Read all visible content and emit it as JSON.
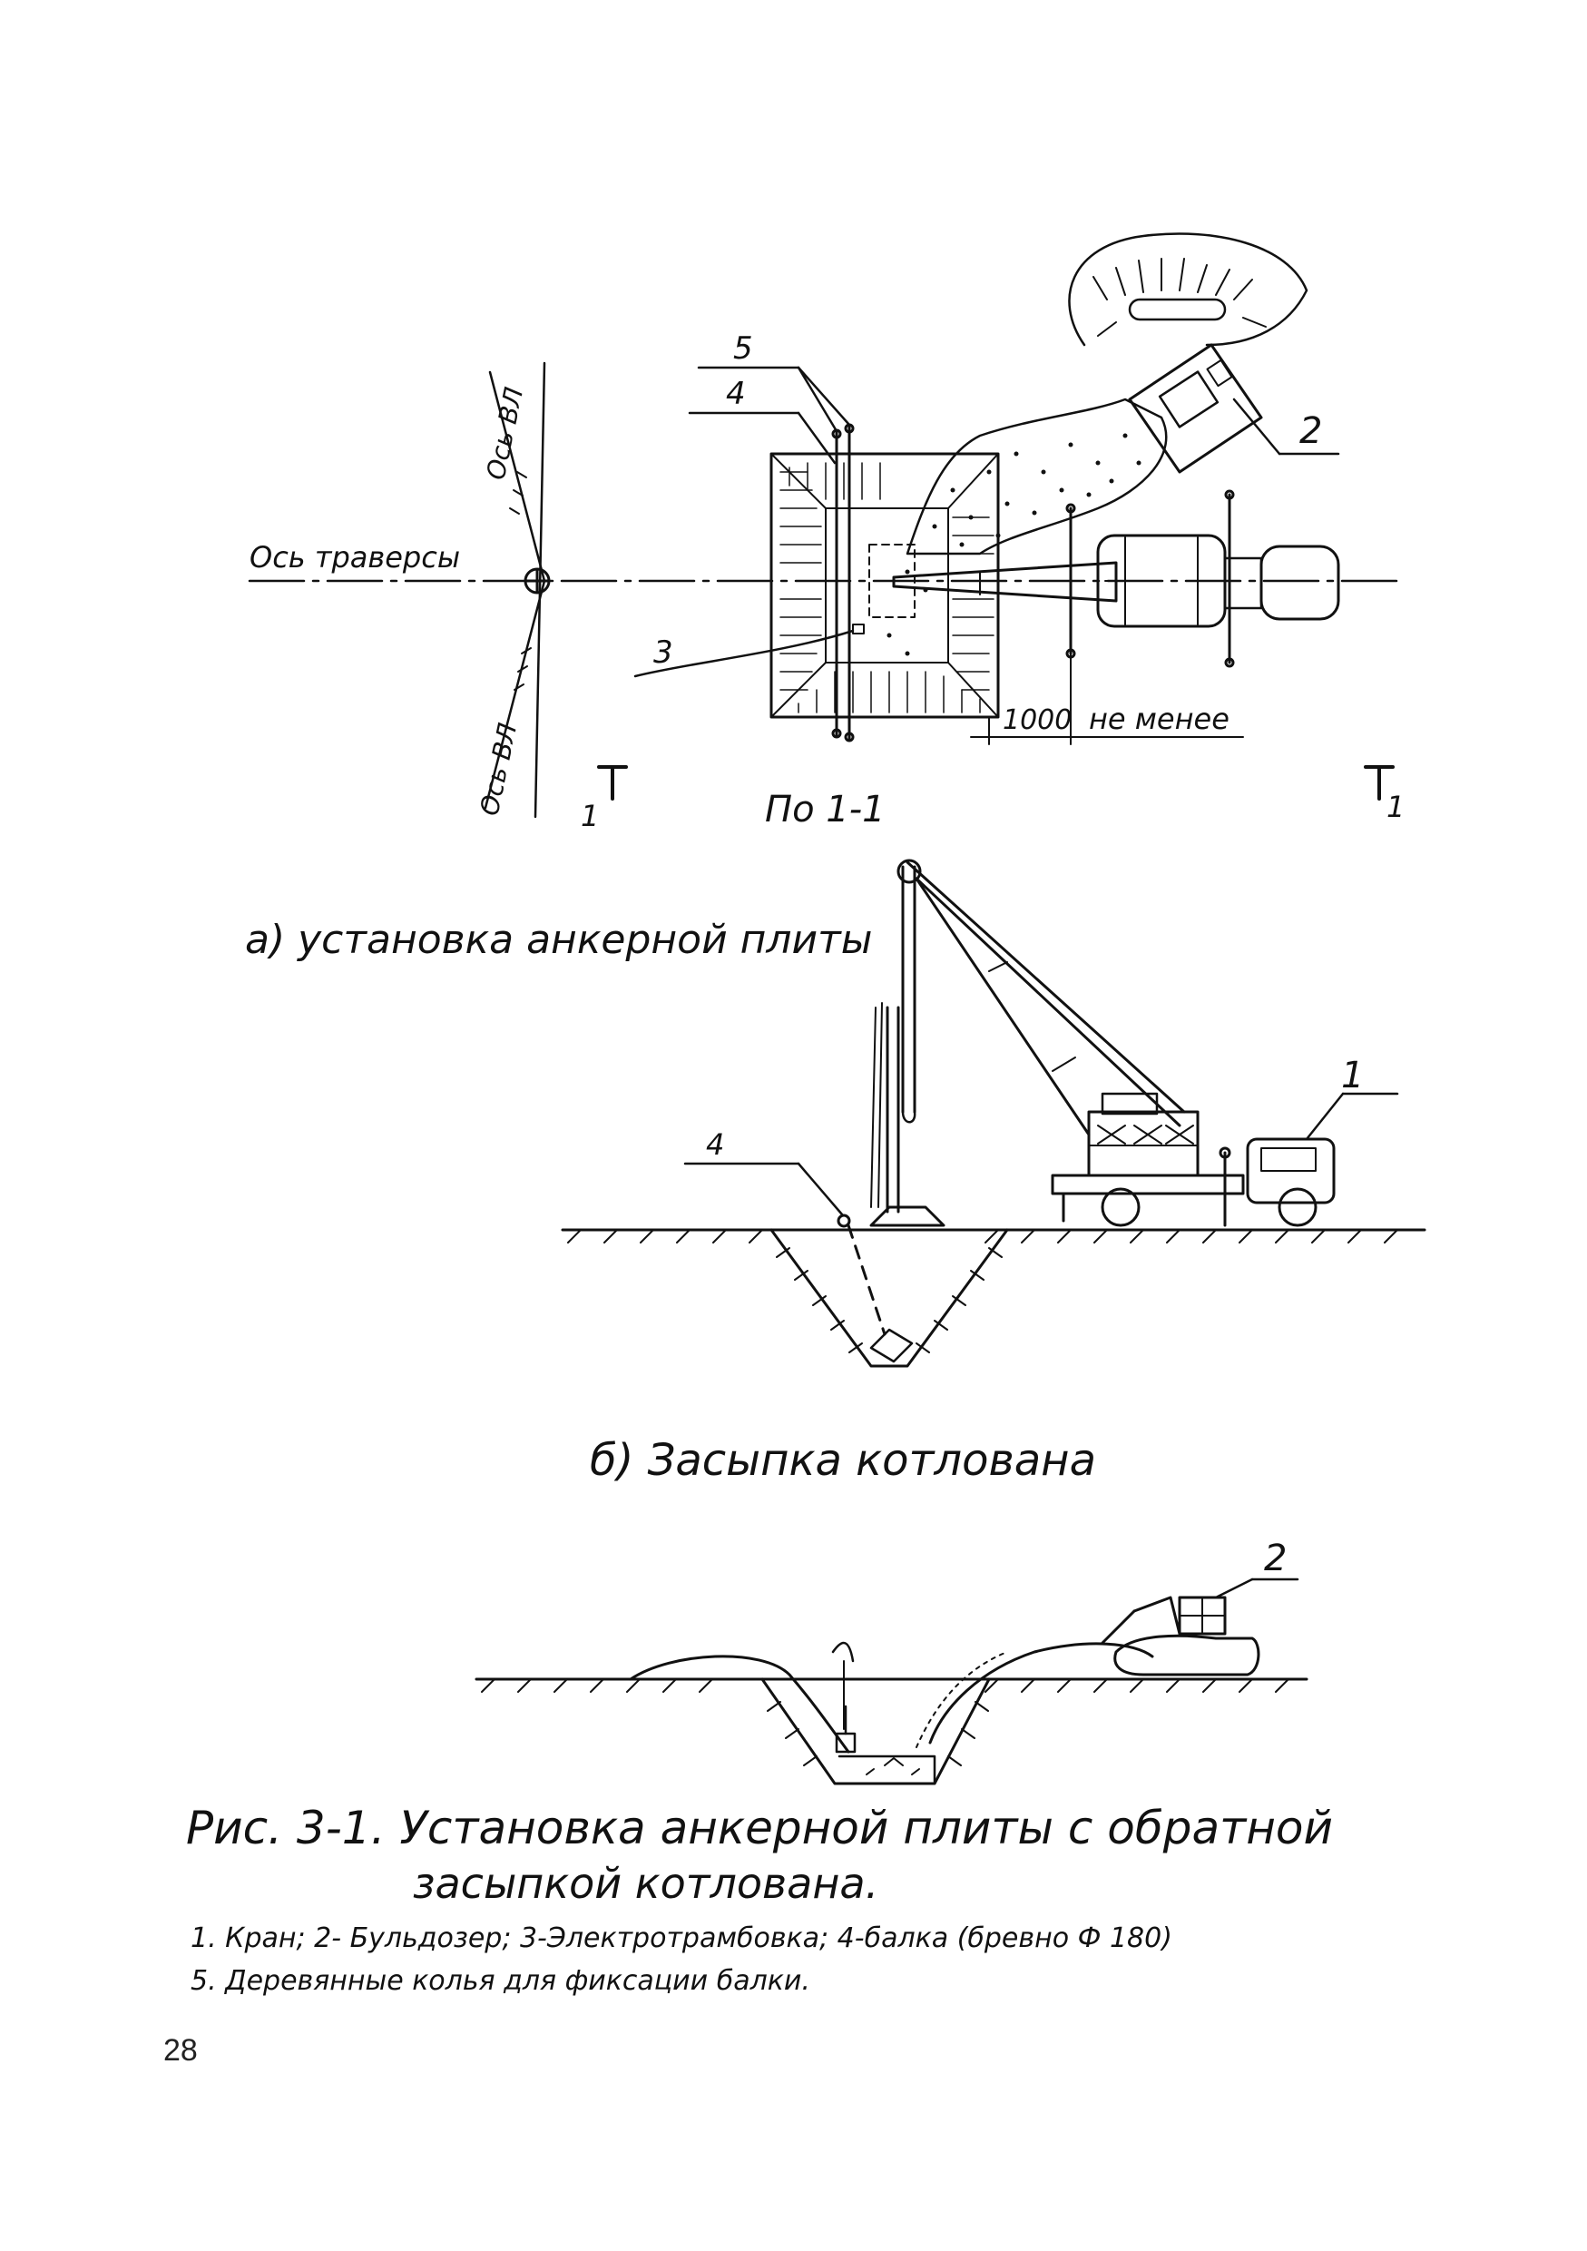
{
  "plan": {
    "axis_traverse": "Ось траверсы",
    "axis_vl_top": "Ось ВЛ",
    "axis_vl_bottom": "Ось ВЛ",
    "dimension": "1000",
    "dimension_note": "не менее",
    "callouts": [
      "5",
      "4",
      "3",
      "2"
    ],
    "section_left": "1",
    "section_right": "1",
    "view_label": "По 1-1"
  },
  "sections": {
    "a_title": "а) установка анкерной плиты",
    "a_callouts": [
      "4",
      "1"
    ],
    "b_title": "б) Засыпка котлована",
    "b_callouts": [
      "2"
    ]
  },
  "figure": {
    "caption_line1": "Рис. 3-1.  Установка анкерной плиты с обратной",
    "caption_line2": "засыпкой котлована.",
    "legend_line1": "1. Кран; 2- Бульдозер;  3-Электротрамбовка; 4-балка (бревно Ф 180)",
    "legend_line2": "5. Деревянные колья для фиксации балки."
  },
  "page_number": "28"
}
